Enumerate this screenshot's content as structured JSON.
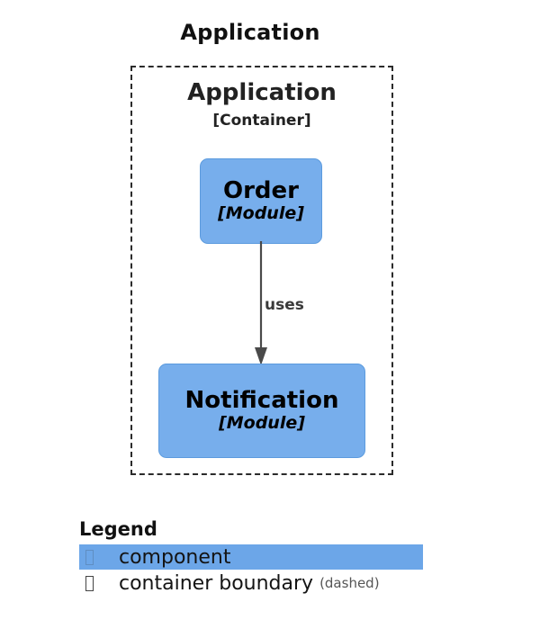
{
  "diagram": {
    "title": "Application",
    "container": {
      "name": "Application",
      "type": "[Container]",
      "boundary_style": "dashed"
    },
    "nodes": [
      {
        "id": "order",
        "name": "Order",
        "type": "[Module]"
      },
      {
        "id": "notification",
        "name": "Notification",
        "type": "[Module]"
      }
    ],
    "relationships": [
      {
        "from": "order",
        "to": "notification",
        "label": "uses"
      }
    ]
  },
  "legend": {
    "title": "Legend",
    "items": [
      {
        "glyph": "missing-glyph-box",
        "label": "component",
        "note": "",
        "highlighted": true
      },
      {
        "glyph": "missing-glyph-box",
        "label": "container boundary",
        "note": "(dashed)",
        "highlighted": false
      }
    ]
  },
  "colors": {
    "component_fill": "#77AEEC",
    "component_stroke": "#5C9BDE",
    "legend_highlight": "#6CA6E8",
    "boundary_stroke": "#2b2b2b",
    "arrow_stroke": "#4a4a4a",
    "background": "#ffffff"
  }
}
